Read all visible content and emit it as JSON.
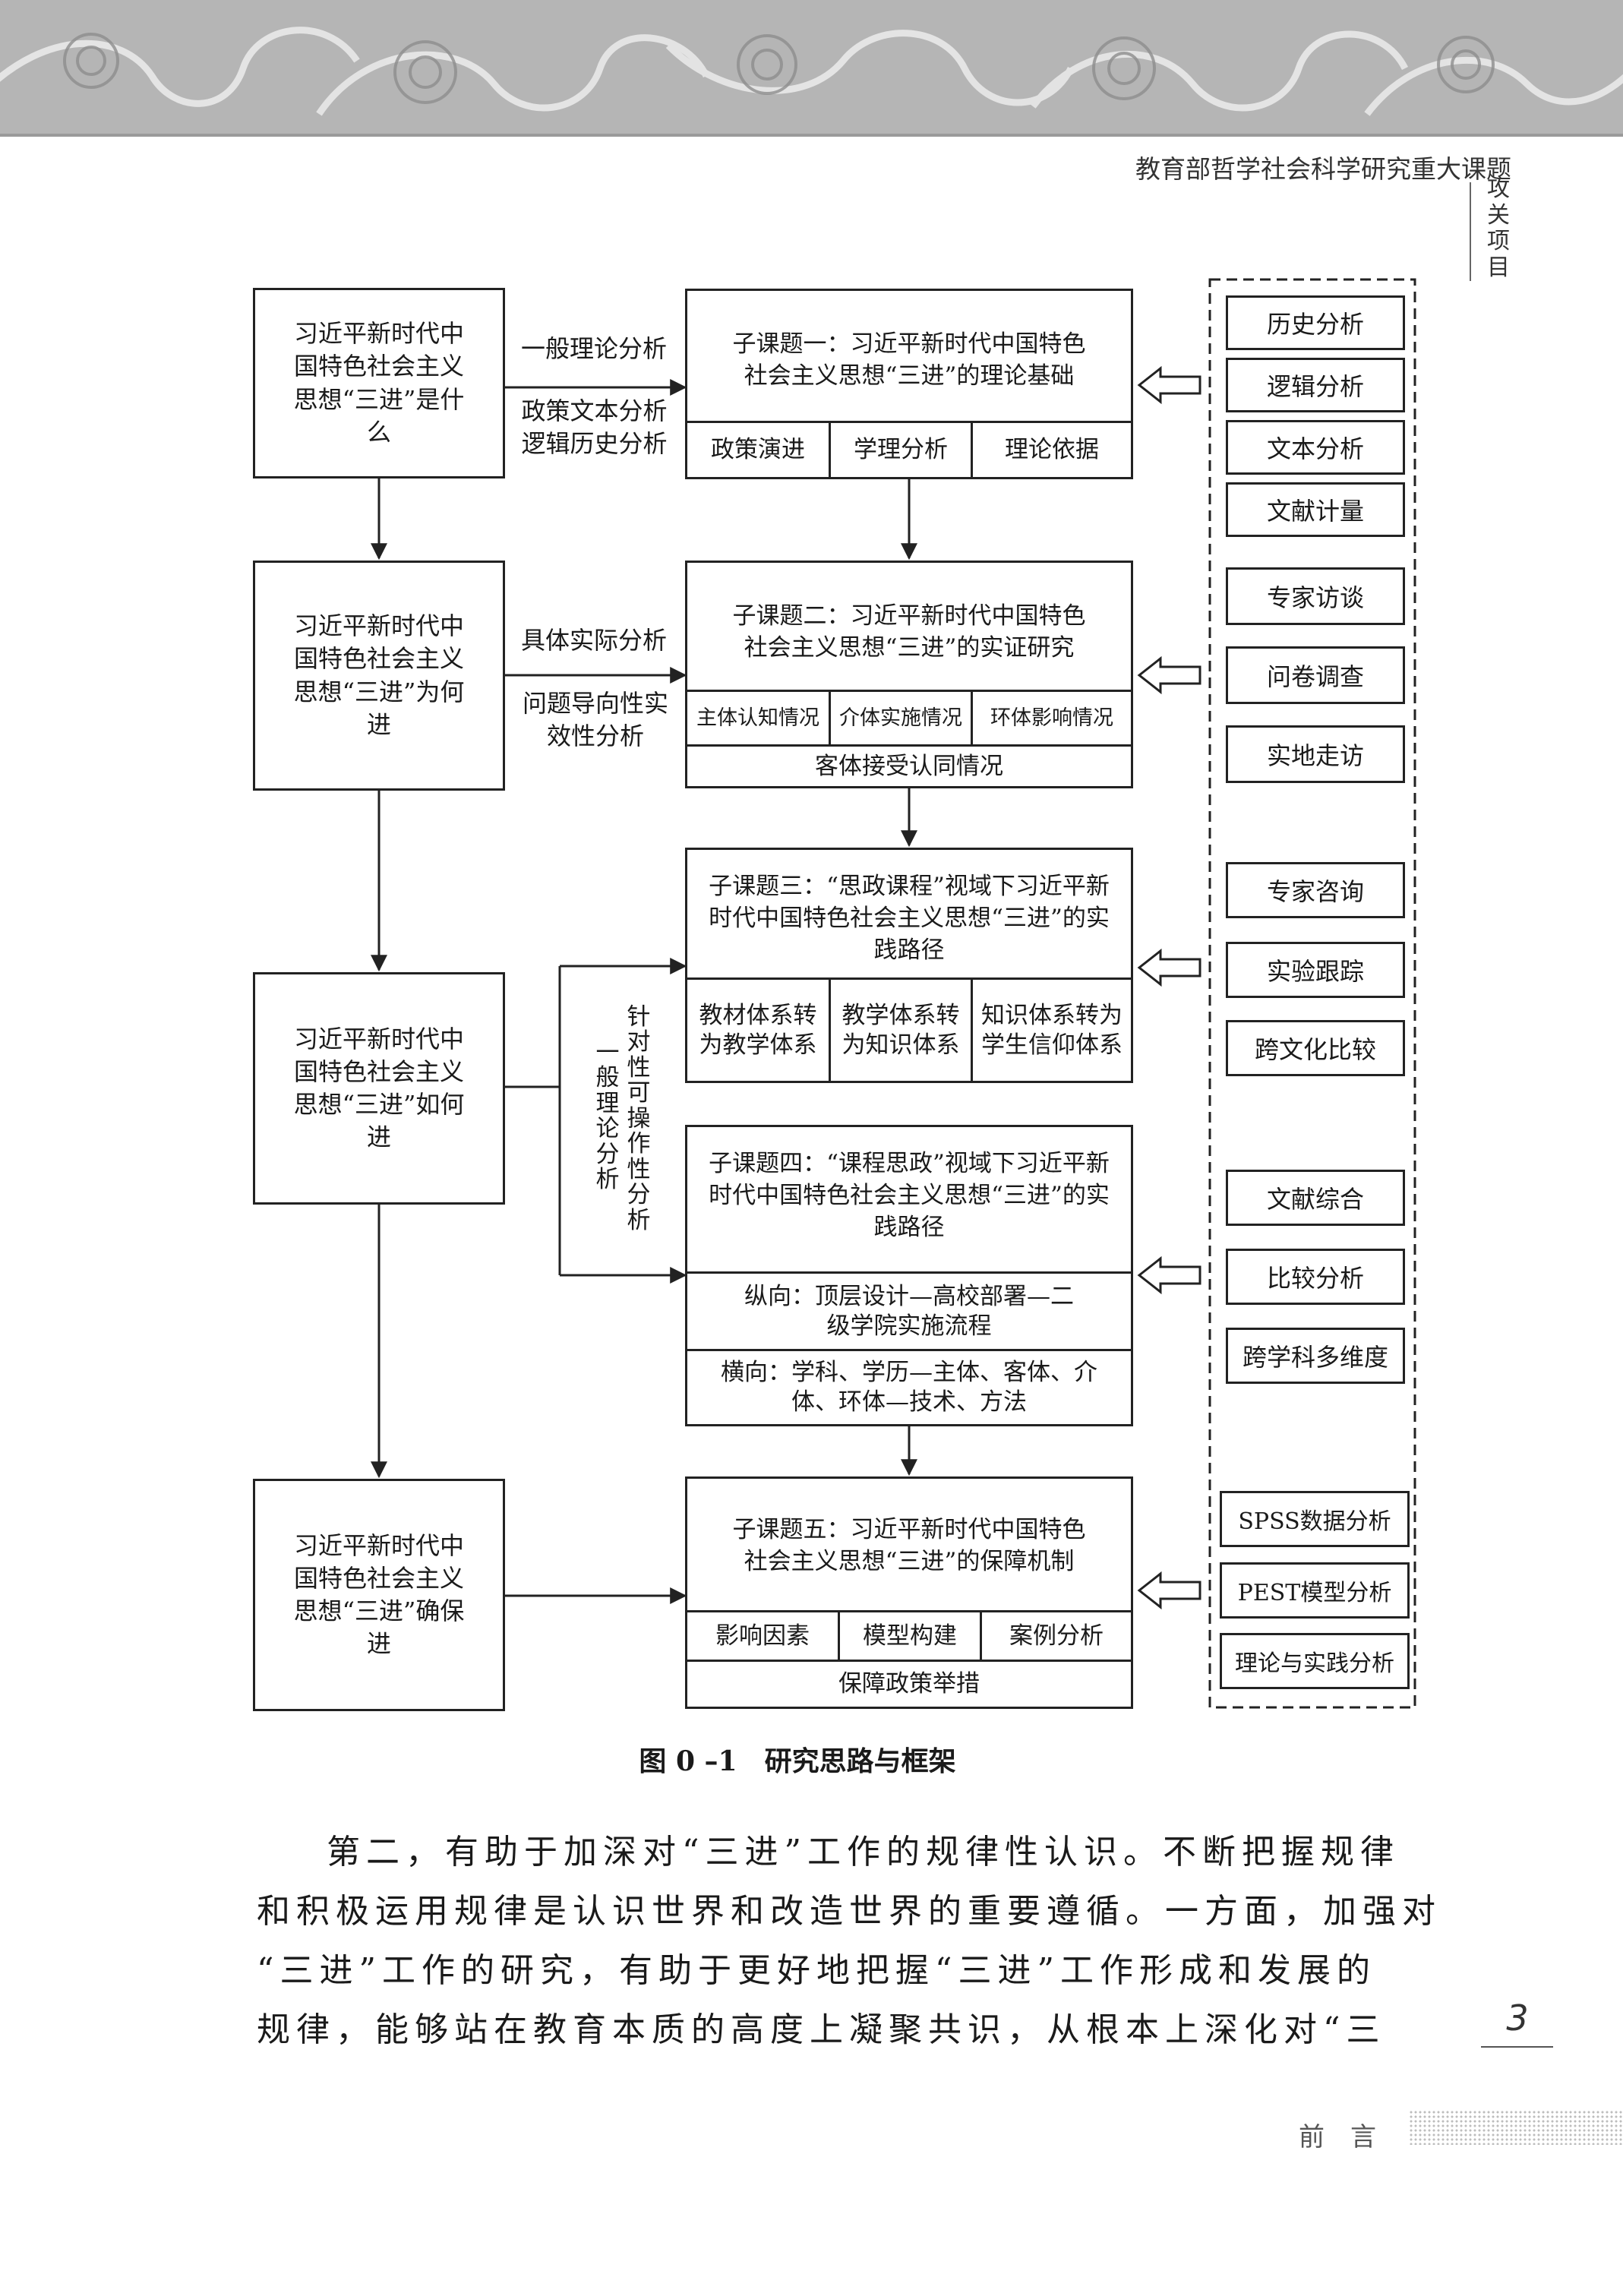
{
  "header": {
    "title": "教育部哲学社会科学研究重大课题",
    "vertical": "攻关项目"
  },
  "left_boxes": [
    "习近平新时代中国特色社会主义思想“三进”是什么",
    "习近平新时代中国特色社会主义思想“三进”为何进",
    "习近平新时代中国特色社会主义思想“三进”如何进",
    "习近平新时代中国特色社会主义思想“三进”确保进"
  ],
  "arrow_labels": {
    "a1_top": "一般理论分析",
    "a1_bottom": "政策文本分析逻辑历史分析",
    "a2_top": "具体实际分析",
    "a2_bottom": "问题导向性实效性分析",
    "a3_left": "一般理论分析",
    "a3_right": "针对性可操作性分析"
  },
  "subtopics": [
    {
      "title": "子课题一：习近平新时代中国特色社会主义思想“三进”的理论基础",
      "cells": [
        "政策演进",
        "学理分析",
        "理论依据"
      ]
    },
    {
      "title": "子课题二：习近平新时代中国特色社会主义思想“三进”的实证研究",
      "cells": [
        "主体认知情况",
        "介体实施情况",
        "环体影响情况"
      ],
      "bottom": "客体接受认同情况"
    },
    {
      "title": "子课题三：“思政课程”视域下习近平新时代中国特色社会主义思想“三进”的实践路径",
      "cells": [
        "教材体系转为教学体系",
        "教学体系转为知识体系",
        "知识体系转为学生信仰体系"
      ]
    },
    {
      "title": "子课题四：“课程思政”视域下习近平新时代中国特色社会主义思想“三进”的实践路径",
      "rows": [
        "纵向：顶层设计—高校部署—二级学院实施流程",
        "横向：学科、学历—主体、客体、介体、环体—技术、方法"
      ]
    },
    {
      "title": "子课题五：习近平新时代中国特色社会主义思想“三进”的保障机制",
      "cells": [
        "影响因素",
        "模型构建",
        "案例分析"
      ],
      "bottom": "保障政策举措"
    }
  ],
  "methods": [
    [
      "历史分析",
      "逻辑分析",
      "文本分析",
      "文献计量"
    ],
    [
      "专家访谈",
      "问卷调查",
      "实地走访"
    ],
    [
      "专家咨询",
      "实验跟踪",
      "跨文化比较"
    ],
    [
      "文献综合",
      "比较分析",
      "跨学科多维度"
    ],
    [
      "SPSS数据分析",
      "PEST模型分析",
      "理论与实践分析"
    ]
  ],
  "caption": "图 0 –1　研究思路与框架",
  "body": [
    "第二，有助于加深对“三进”工作的规律性认识。不断把握规律",
    "和积极运用规律是认识世界和改造世界的重要遵循。一方面，加强对",
    "“三进”工作的研究，有助于更好地把握“三进”工作形成和发展的",
    "规律，能够站在教育本质的高度上凝聚共识，从根本上深化对“三"
  ],
  "page_number": "3",
  "footer": "前　言"
}
